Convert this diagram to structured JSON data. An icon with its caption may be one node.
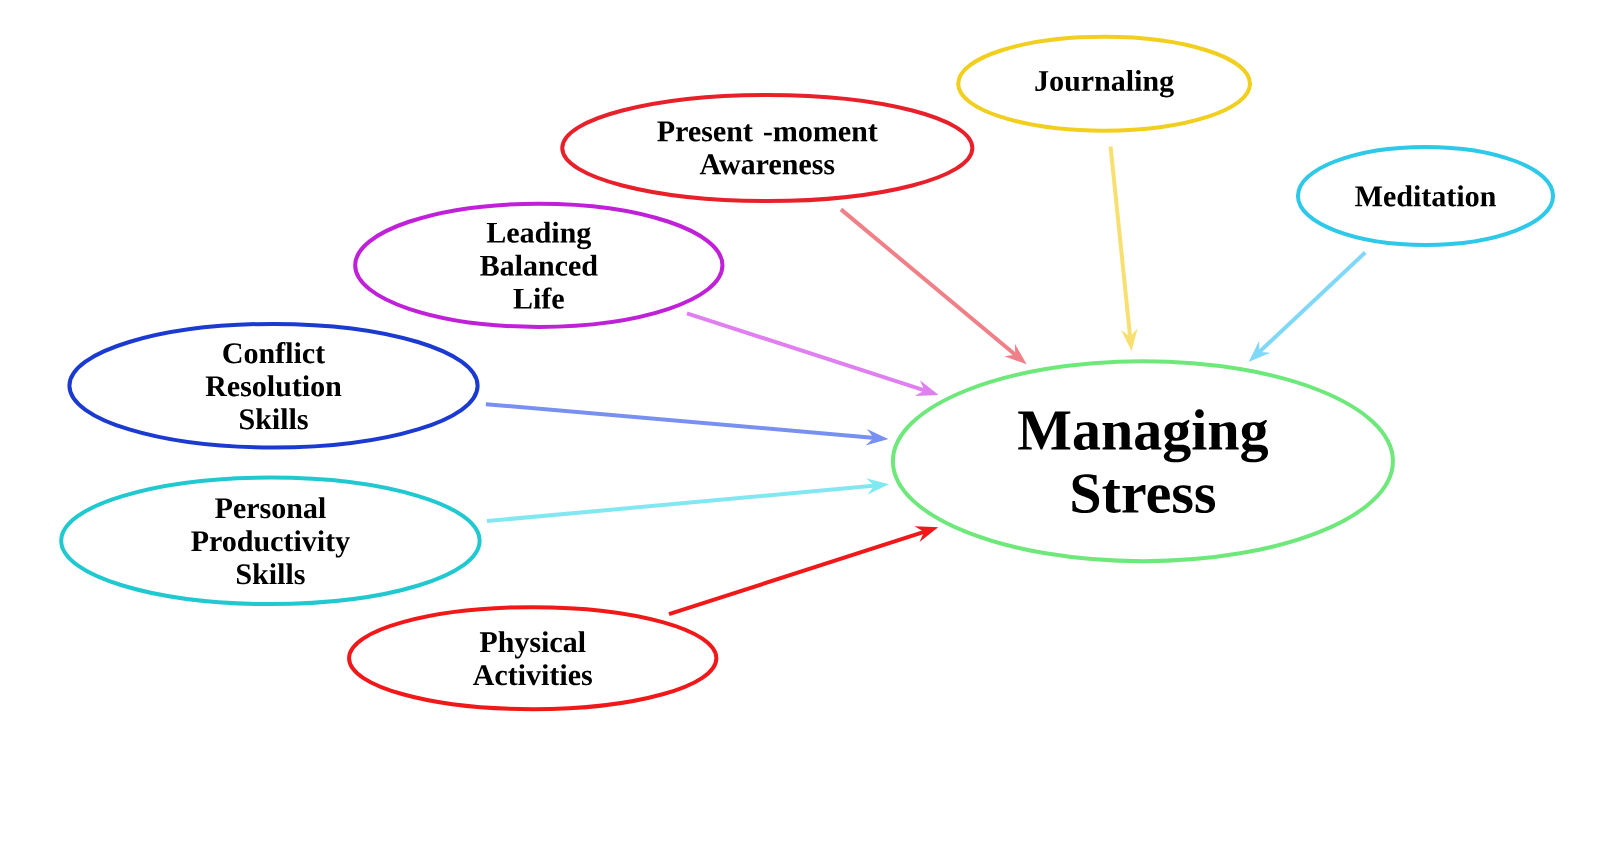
{
  "diagram": {
    "nodes": [
      {
        "text": [
          "Journaling"
        ]
      },
      {
        "text": [
          "Present -moment Awareness"
        ]
      },
      {
        "text": [
          "Meditation"
        ]
      },
      {
        "text": [
          "Leading Balanced Life"
        ]
      },
      {
        "text": [
          "Conflict Resolution Skills"
        ]
      },
      {
        "text": [
          "Managing Stress"
        ]
      },
      {
        "text": [
          "Personal Productivity Skills"
        ]
      },
      {
        "text": [
          "Physical Activities"
        ]
      }
    ],
    "edges": [
      {
        "from": 0,
        "to": 5,
        "arrow": "to",
        "color": "#f8e070"
      },
      {
        "from": 1,
        "to": 5,
        "arrow": "to",
        "color": "#f08088"
      },
      {
        "from": 2,
        "to": 5,
        "arrow": "to",
        "color": "#80d8f8"
      },
      {
        "from": 3,
        "to": 5,
        "arrow": "to",
        "color": "#e080f0"
      },
      {
        "from": 4,
        "to": 5,
        "arrow": "to",
        "color": "#7890f0"
      },
      {
        "from": 6,
        "to": 5,
        "arrow": "to",
        "color": "#80e8f0"
      },
      {
        "from": 7,
        "to": 5,
        "arrow": "to",
        "color": "#f01818"
      }
    ]
  }
}
